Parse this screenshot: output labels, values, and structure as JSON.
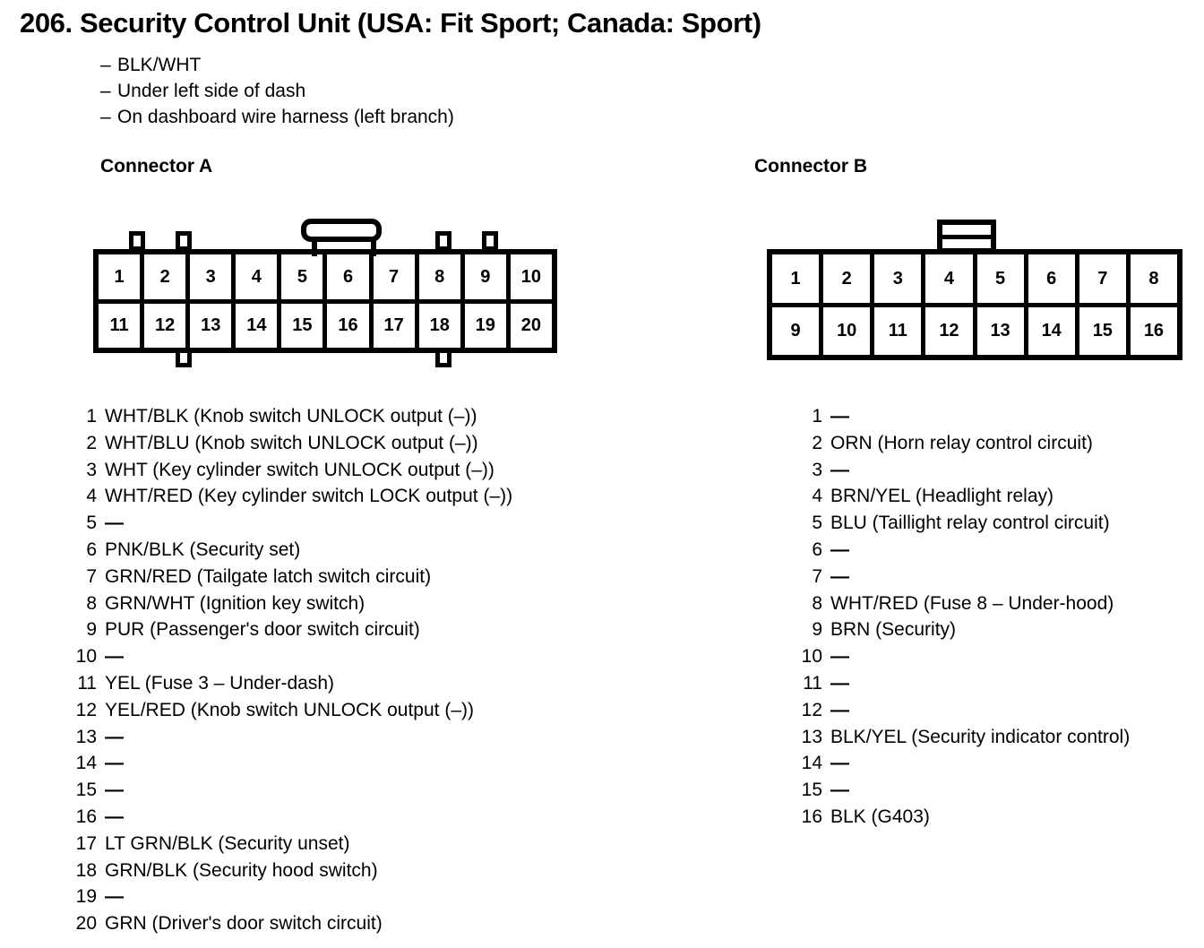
{
  "page": {
    "title": "206. Security Control Unit (USA: Fit Sport; Canada: Sport)",
    "notes": [
      "BLK/WHT",
      "Under left side of dash",
      "On dashboard wire harness (left branch)"
    ],
    "dash_prefix": "–",
    "empty_pin_marker": "—"
  },
  "connector_a": {
    "heading": "Connector A",
    "columns": 10,
    "rows": 2,
    "cells_top": [
      "1",
      "2",
      "3",
      "4",
      "5",
      "6",
      "7",
      "8",
      "9",
      "10"
    ],
    "cells_bottom": [
      "11",
      "12",
      "13",
      "14",
      "15",
      "16",
      "17",
      "18",
      "19",
      "20"
    ],
    "pins": [
      {
        "number": "1",
        "desc": "WHT/BLK (Knob switch UNLOCK output (–))"
      },
      {
        "number": "2",
        "desc": "WHT/BLU (Knob switch UNLOCK output (–))"
      },
      {
        "number": "3",
        "desc": "WHT (Key cylinder switch UNLOCK output (–))"
      },
      {
        "number": "4",
        "desc": "WHT/RED (Key cylinder switch LOCK output (–))"
      },
      {
        "number": "5",
        "desc": "—"
      },
      {
        "number": "6",
        "desc": "PNK/BLK (Security set)"
      },
      {
        "number": "7",
        "desc": "GRN/RED (Tailgate latch switch circuit)"
      },
      {
        "number": "8",
        "desc": "GRN/WHT (Ignition key switch)"
      },
      {
        "number": "9",
        "desc": "PUR (Passenger's door switch circuit)"
      },
      {
        "number": "10",
        "desc": "—"
      },
      {
        "number": "11",
        "desc": "YEL (Fuse 3 – Under-dash)"
      },
      {
        "number": "12",
        "desc": "YEL/RED (Knob switch UNLOCK output (–))"
      },
      {
        "number": "13",
        "desc": "—"
      },
      {
        "number": "14",
        "desc": "—"
      },
      {
        "number": "15",
        "desc": "—"
      },
      {
        "number": "16",
        "desc": "—"
      },
      {
        "number": "17",
        "desc": "LT GRN/BLK (Security unset)"
      },
      {
        "number": "18",
        "desc": "GRN/BLK (Security hood switch)"
      },
      {
        "number": "19",
        "desc": "—"
      },
      {
        "number": "20",
        "desc": "GRN (Driver's door switch circuit)"
      }
    ]
  },
  "connector_b": {
    "heading": "Connector B",
    "columns": 8,
    "rows": 2,
    "cells_top": [
      "1",
      "2",
      "3",
      "4",
      "5",
      "6",
      "7",
      "8"
    ],
    "cells_bottom": [
      "9",
      "10",
      "11",
      "12",
      "13",
      "14",
      "15",
      "16"
    ],
    "pins": [
      {
        "number": "1",
        "desc": "—"
      },
      {
        "number": "2",
        "desc": "ORN (Horn relay control circuit)"
      },
      {
        "number": "3",
        "desc": "—"
      },
      {
        "number": "4",
        "desc": "BRN/YEL (Headlight relay)"
      },
      {
        "number": "5",
        "desc": "BLU (Taillight relay control circuit)"
      },
      {
        "number": "6",
        "desc": "—"
      },
      {
        "number": "7",
        "desc": "—"
      },
      {
        "number": "8",
        "desc": "WHT/RED (Fuse 8 – Under-hood)"
      },
      {
        "number": "9",
        "desc": "BRN (Security)"
      },
      {
        "number": "10",
        "desc": "—"
      },
      {
        "number": "11",
        "desc": "—"
      },
      {
        "number": "12",
        "desc": "—"
      },
      {
        "number": "13",
        "desc": "BLK/YEL (Security indicator control)"
      },
      {
        "number": "14",
        "desc": "—"
      },
      {
        "number": "15",
        "desc": "—"
      },
      {
        "number": "16",
        "desc": "BLK (G403)"
      }
    ]
  },
  "colors": {
    "ink": "#000000",
    "paper": "#ffffff"
  }
}
